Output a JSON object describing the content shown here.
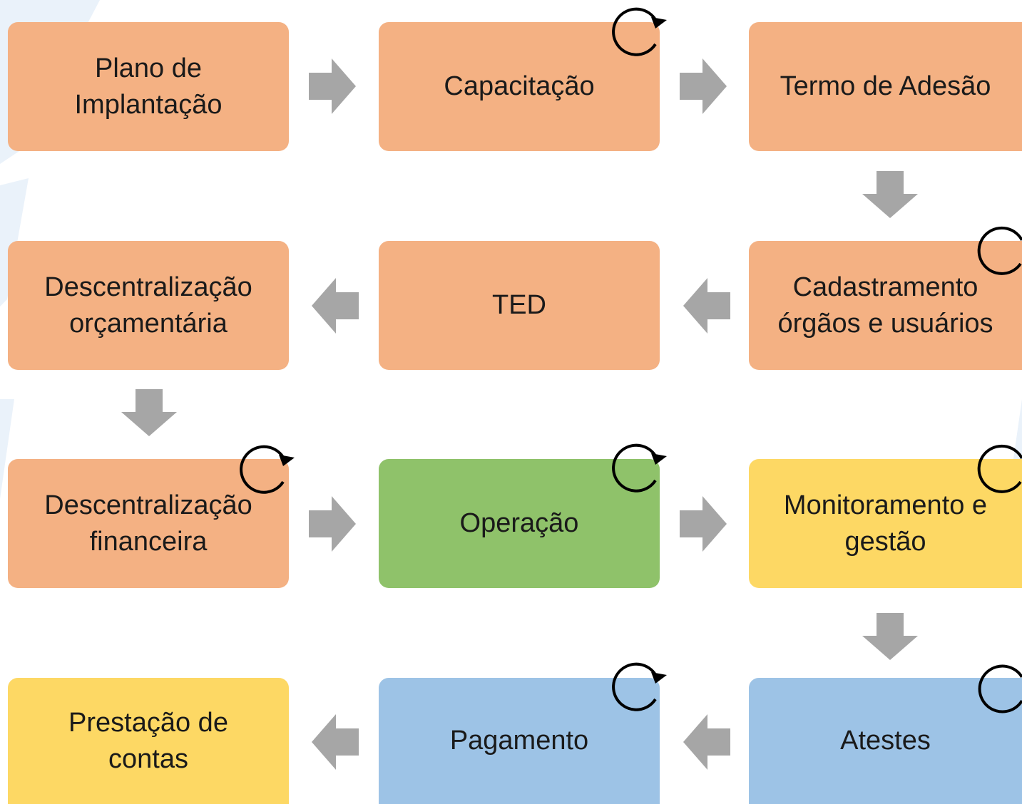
{
  "steps": [
    {
      "id": "plano",
      "label": "Plano de Implantação",
      "color": "#f4b183",
      "cycle": false
    },
    {
      "id": "capacitacao",
      "label": "Capacitação",
      "color": "#f4b183",
      "cycle": true
    },
    {
      "id": "termo",
      "label": "Termo de Adesão",
      "color": "#f4b183",
      "cycle": false
    },
    {
      "id": "cadastramento",
      "label": "Cadastramento órgãos e usuários",
      "color": "#f4b183",
      "cycle": true
    },
    {
      "id": "ted",
      "label": "TED",
      "color": "#f4b183",
      "cycle": false
    },
    {
      "id": "desc-orc",
      "label": "Descentralização orçamentária",
      "color": "#f4b183",
      "cycle": false
    },
    {
      "id": "desc-fin",
      "label": "Descentralização financeira",
      "color": "#f4b183",
      "cycle": true
    },
    {
      "id": "operacao",
      "label": "Operação",
      "color": "#8fc26a",
      "cycle": true
    },
    {
      "id": "monitoramento",
      "label": "Monitoramento e gestão",
      "color": "#fdd864",
      "cycle": true
    },
    {
      "id": "atestes",
      "label": "Atestes",
      "color": "#9dc3e6",
      "cycle": true
    },
    {
      "id": "pagamento",
      "label": "Pagamento",
      "color": "#9dc3e6",
      "cycle": true
    },
    {
      "id": "prestacao",
      "label": "Prestação de contas",
      "color": "#fdd864",
      "cycle": false
    }
  ],
  "colors": {
    "arrow": "#a6a6a6",
    "cycle_icon": "#000000",
    "background_shape": "#e8f1f9"
  }
}
